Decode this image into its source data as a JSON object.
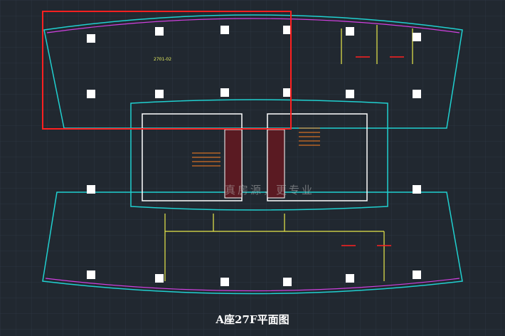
{
  "plan": {
    "title": "A座27F平面图",
    "unit_label": "2701-02",
    "watermark_slogan": "真房源，更专业"
  },
  "colors": {
    "background": "#212830",
    "grid": "#2c3540",
    "outer_wall": "#20d0d0",
    "curtain": "#d040e0",
    "partition": "#e8e84a",
    "highlight": "#ff2020",
    "column": "#ffffff"
  }
}
